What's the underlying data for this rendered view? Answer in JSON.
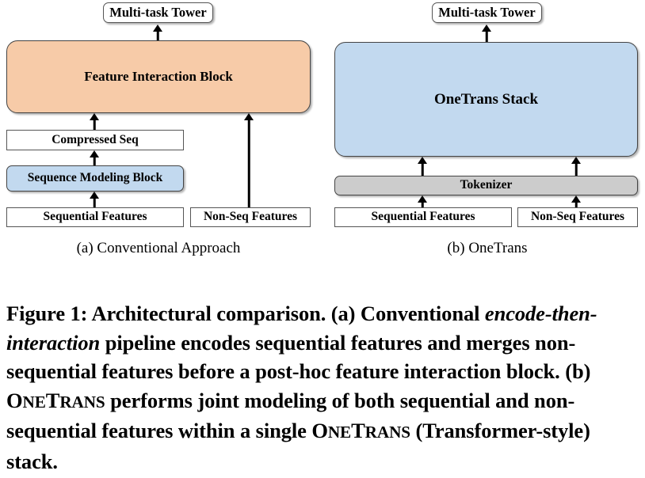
{
  "figure": {
    "panels": [
      {
        "id": "conventional",
        "subcaption": "(a) Conventional Approach",
        "nodes": [
          {
            "key": "tower",
            "label": "Multi-task Tower"
          },
          {
            "key": "fib",
            "label": "Feature Interaction Block"
          },
          {
            "key": "compressed",
            "label": "Compressed Seq"
          },
          {
            "key": "smb",
            "label": "Sequence Modeling Block"
          },
          {
            "key": "seqfeat",
            "label": "Sequential Features"
          },
          {
            "key": "nonseqfeat",
            "label": "Non-Seq Features"
          }
        ]
      },
      {
        "id": "onetrans",
        "subcaption": "(b) OneTrans",
        "nodes": [
          {
            "key": "tower",
            "label": "Multi-task Tower"
          },
          {
            "key": "stack",
            "label": "OneTrans Stack"
          },
          {
            "key": "tokenizer",
            "label": "Tokenizer"
          },
          {
            "key": "seqfeat",
            "label": "Sequential Features"
          },
          {
            "key": "nonseqfeat",
            "label": "Non-Seq Features"
          }
        ]
      }
    ],
    "colors": {
      "orange_fill": "#f7cba8",
      "blue_fill": "#c2d9ef",
      "gray_fill": "#cccccc",
      "white_fill": "#ffffff",
      "stroke": "#555555",
      "arrow": "#000000"
    },
    "caption": {
      "lines": [
        "Figure 1: Architectural comparison. (a) Conventional encode-",
        "then-interaction pipeline encodes sequential features and",
        "merges non-sequential features before a post-hoc feature",
        "interaction block. (b) ONETRANS performs joint modeling of",
        "both sequential and non-sequential features within a single",
        "ONETRANS (Transformer-style) stack."
      ],
      "label": "Figure 1:",
      "full_text": "Figure 1: Architectural comparison. (a) Conventional encode-then-interaction pipeline encodes sequential features and merges non-sequential features before a post-hoc feature interaction block. (b) ONETRANS performs joint modeling of both sequential and non-sequential features within a single ONETRANS (Transformer-style) stack.",
      "segments": {
        "s1": "Figure 1: Architectural comparison. (a) Conventional ",
        "s2": "encode-",
        "s3": "then-interaction",
        "s4": " pipeline encodes sequential features and merges non-sequential features before a post-hoc feature interaction block. (b) ",
        "s5_one": "O",
        "s5_ne": "NE",
        "s5_t": "T",
        "s5_rans": "RANS",
        "s6": " performs joint modeling of both sequential and non-sequential features within a single ",
        "s7": " (Transformer-style) stack."
      }
    }
  }
}
